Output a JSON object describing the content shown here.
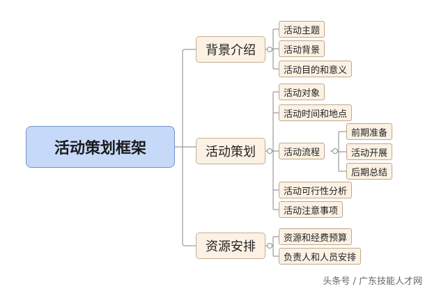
{
  "root": {
    "label": "活动策划框架"
  },
  "branches": [
    {
      "label": "背景介绍",
      "items": [
        "活动主题",
        "活动背景",
        "活动目的和意义"
      ]
    },
    {
      "label": "活动策划",
      "items": [
        "活动对象",
        "活动时间和地点",
        "活动流程",
        "活动可行性分析",
        "活动注意事项"
      ]
    },
    {
      "label": "资源安排",
      "items": [
        "资源和经费预算",
        "负责人和人员安排"
      ]
    }
  ],
  "process_children": [
    "前期准备",
    "活动开展",
    "后期总结"
  ],
  "watermark": "头条号 / 广东技能人才网"
}
